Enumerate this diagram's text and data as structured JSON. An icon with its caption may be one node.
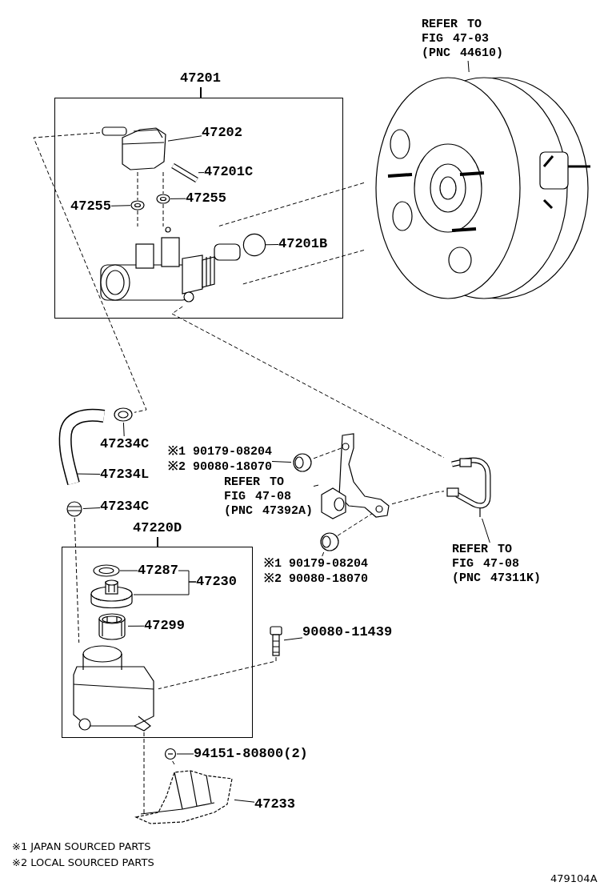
{
  "diagram": {
    "nodes": [
      {
        "text": [
          "47201"
        ]
      },
      {
        "text": [
          "47202"
        ],
        "in": 0
      },
      {
        "text": [],
        "shape": "picture",
        "in": 0
      },
      {
        "text": [
          "47201C"
        ],
        "in": 0
      },
      {
        "text": [],
        "shape": "picture",
        "in": 0
      },
      {
        "text": [
          "47255"
        ],
        "in": 0
      },
      {
        "text": [],
        "shape": "picture",
        "in": 0
      },
      {
        "text": [
          "47255"
        ],
        "in": 0
      },
      {
        "text": [],
        "shape": "picture",
        "in": 0
      },
      {
        "text": [
          "47201B"
        ],
        "in": 0
      },
      {
        "text": [],
        "shape": "circle",
        "in": 0
      },
      {
        "text": [],
        "shape": "picture",
        "in": 0
      },
      {
        "text": [
          "REFER TO FIG 47-03 (PNC 44610)"
        ]
      },
      {
        "text": [],
        "shape": "picture"
      },
      {
        "text": [
          "47234C"
        ]
      },
      {
        "text": [],
        "shape": "picture"
      },
      {
        "text": [
          "47234L"
        ]
      },
      {
        "text": [],
        "shape": "picture"
      },
      {
        "text": [
          "47234C"
        ]
      },
      {
        "text": [],
        "shape": "picture"
      },
      {
        "text": [
          "※1 90179-08204",
          "※2 90080-18070"
        ]
      },
      {
        "text": [],
        "shape": "picture"
      },
      {
        "text": [
          "REFER TO FIG 47-08 (PNC 47392A)"
        ]
      },
      {
        "text": [],
        "shape": "picture"
      },
      {
        "text": [
          "※1 90179-08204",
          "※2 90080-18070"
        ]
      },
      {
        "text": [],
        "shape": "picture"
      },
      {
        "text": [
          "REFER TO FIG 47-08 (PNC 47311K)"
        ]
      },
      {
        "text": [],
        "shape": "picture"
      },
      {
        "text": [
          "47220D"
        ]
      },
      {
        "text": [
          "47287"
        ],
        "in": 28
      },
      {
        "text": [],
        "shape": "picture",
        "in": 28
      },
      {
        "text": [
          "47230"
        ],
        "in": 28
      },
      {
        "text": [],
        "shape": "picture",
        "in": 28
      },
      {
        "text": [
          "47299"
        ],
        "in": 28
      },
      {
        "text": [],
        "shape": "picture",
        "in": 28
      },
      {
        "text": [],
        "shape": "picture",
        "in": 28
      },
      {
        "text": [
          "90080-11439"
        ]
      },
      {
        "text": [],
        "shape": "picture"
      },
      {
        "text": [
          "94151-80800(2)"
        ]
      },
      {
        "text": [],
        "shape": "picture"
      },
      {
        "text": [
          "47233"
        ]
      },
      {
        "text": [],
        "shape": "picture"
      }
    ],
    "edges": [
      {
        "from": 1,
        "to": 2,
        "arrow": "none"
      },
      {
        "from": 3,
        "to": 4,
        "arrow": "none"
      },
      {
        "from": 5,
        "to": 6,
        "arrow": "none"
      },
      {
        "from": 7,
        "to": 8,
        "arrow": "none"
      },
      {
        "from": 9,
        "to": 10,
        "arrow": "none"
      },
      {
        "from": 2,
        "to": 6,
        "arrow": "none",
        "style": "dashed"
      },
      {
        "from": 2,
        "to": 8,
        "arrow": "none",
        "style": "dashed"
      },
      {
        "from": 6,
        "to": 11,
        "arrow": "none",
        "style": "dashed"
      },
      {
        "from": 8,
        "to": 11,
        "arrow": "none",
        "style": "dashed"
      },
      {
        "from": 12,
        "to": 13,
        "arrow": "none"
      },
      {
        "from": 13,
        "to": 11,
        "arrow": "none",
        "style": "dashed"
      },
      {
        "from": 13,
        "to": 11,
        "arrow": "none",
        "style": "dashed"
      },
      {
        "from": 2,
        "to": 15,
        "arrow": "none",
        "style": "dashed"
      },
      {
        "from": 11,
        "to": 27,
        "arrow": "none",
        "style": "dashed"
      },
      {
        "from": 14,
        "to": 15,
        "arrow": "none"
      },
      {
        "from": 16,
        "to": 17,
        "arrow": "none"
      },
      {
        "from": 18,
        "to": 19,
        "arrow": "none"
      },
      {
        "from": 20,
        "to": 21,
        "arrow": "none"
      },
      {
        "from": 21,
        "to": 23,
        "arrow": "none",
        "style": "dashed"
      },
      {
        "from": 22,
        "to": 23,
        "arrow": "none"
      },
      {
        "from": 24,
        "to": 25,
        "arrow": "none"
      },
      {
        "from": 25,
        "to": 23,
        "arrow": "none",
        "style": "dashed"
      },
      {
        "from": 23,
        "to": 27,
        "arrow": "none",
        "style": "dashed"
      },
      {
        "from": 26,
        "to": 27,
        "arrow": "none"
      },
      {
        "from": 19,
        "to": 35,
        "arrow": "none",
        "style": "dashed"
      },
      {
        "from": 29,
        "to": 30,
        "arrow": "none"
      },
      {
        "from": 31,
        "to": 29,
        "arrow": "none"
      },
      {
        "from": 31,
        "to": 32,
        "arrow": "none"
      },
      {
        "from": 33,
        "to": 34,
        "arrow": "none"
      },
      {
        "from": 36,
        "to": 37,
        "arrow": "none"
      },
      {
        "from": 37,
        "to": 35,
        "arrow": "none",
        "style": "dashed"
      },
      {
        "from": 38,
        "to": 39,
        "arrow": "none"
      },
      {
        "from": 39,
        "to": 41,
        "arrow": "none",
        "style": "dashed"
      },
      {
        "from": 35,
        "to": 41,
        "arrow": "none",
        "style": "dashed"
      },
      {
        "from": 40,
        "to": 41,
        "arrow": "none"
      }
    ],
    "labels": [
      "※1 JAPAN SOURCED PARTS",
      "※2 LOCAL SOURCED PARTS",
      "479104A"
    ]
  }
}
